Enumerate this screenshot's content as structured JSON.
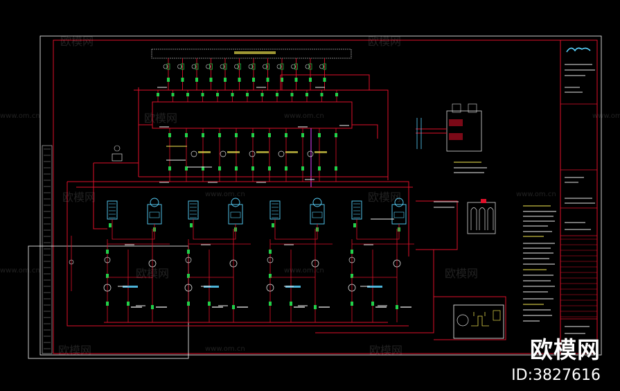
{
  "watermark": {
    "brand_cn": "欧模网",
    "url": "www.om.cn"
  },
  "brand_overlay": {
    "name": "欧模网",
    "id_text": "ID:3827616"
  },
  "colors": {
    "background": "#000000",
    "frame": "#ffffff",
    "pipe_red": "#e0102a",
    "equipment_green": "#22d04a",
    "equipment_cyan": "#59d4ff",
    "equipment_magenta": "#c03ad8",
    "text_gray": "#9a9a9a",
    "text_yellow": "#e3d84a"
  }
}
